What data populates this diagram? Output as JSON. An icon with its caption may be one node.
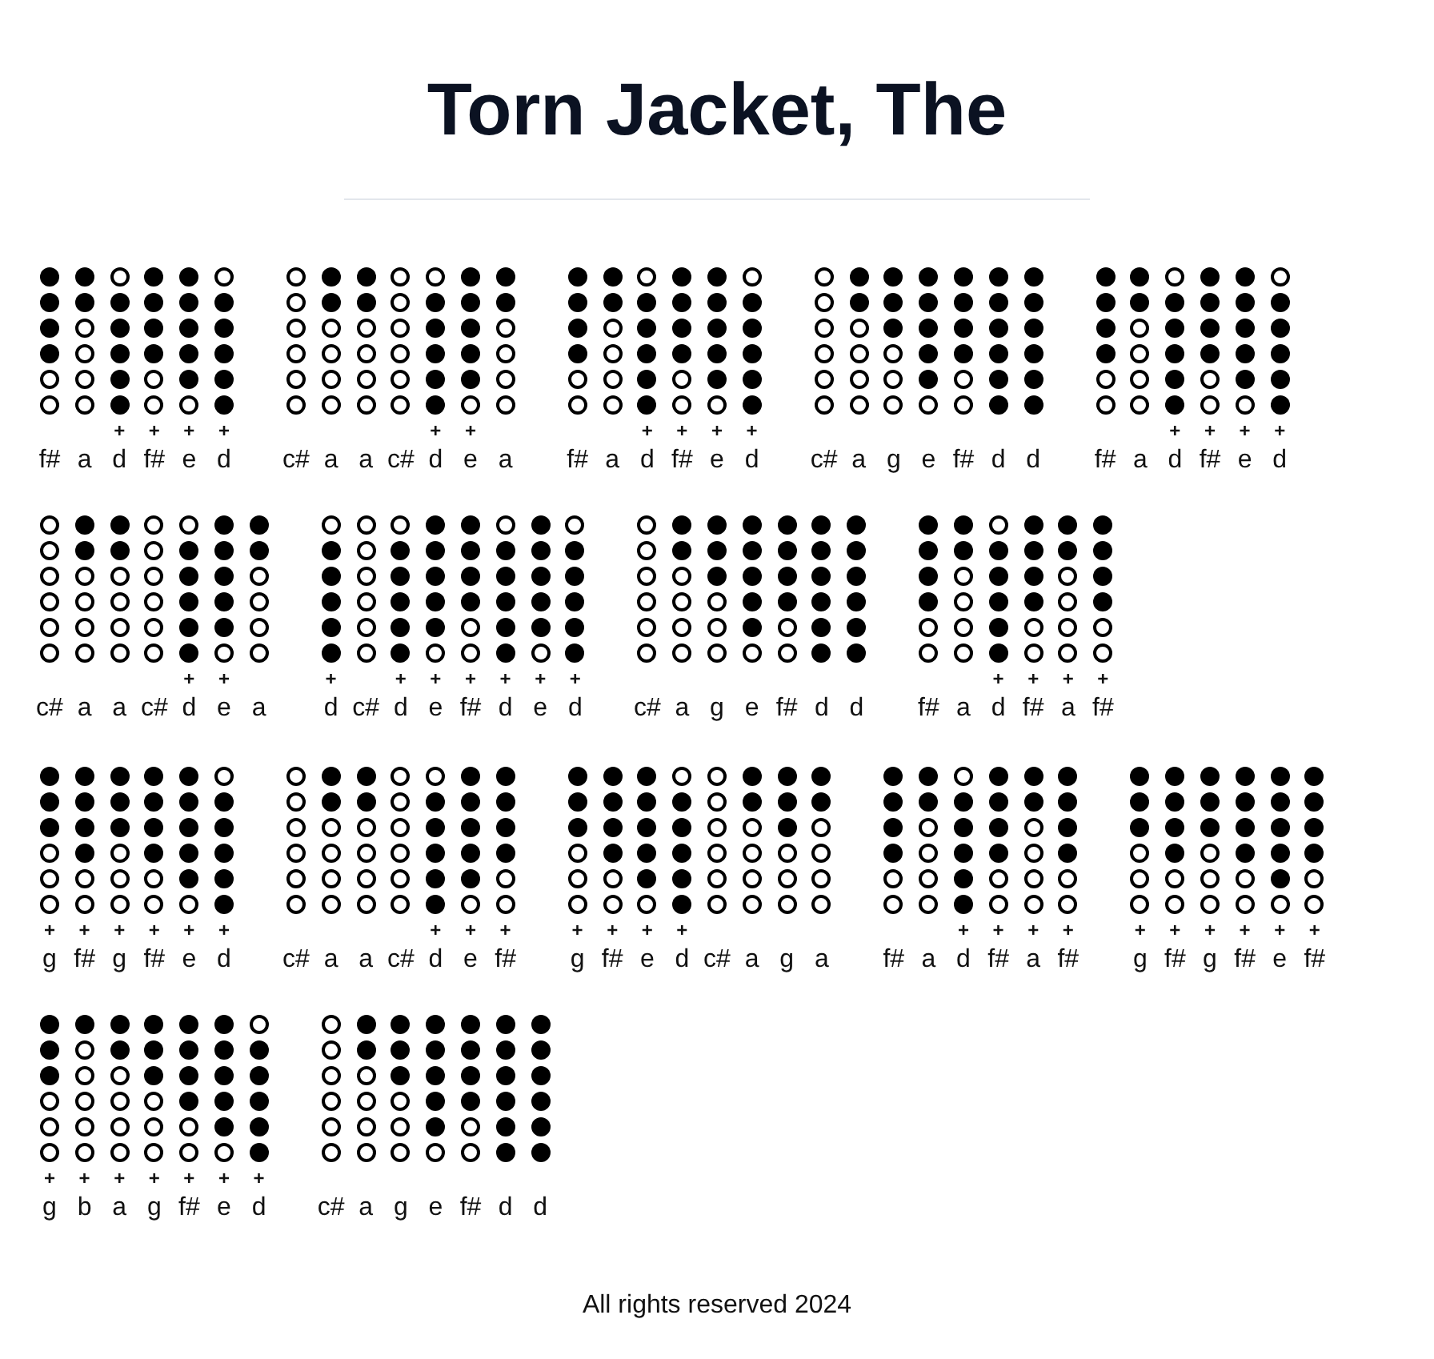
{
  "diagram": {
    "title": "Torn Jacket, The",
    "caption": "All rights reserved 2024",
    "labels": [
      "+",
      "+",
      "+",
      "+",
      "f#",
      "a",
      "d",
      "f#",
      "e",
      "d",
      "+",
      "+",
      "c#",
      "a",
      "a",
      "c#",
      "d",
      "e",
      "a",
      "+",
      "+",
      "+",
      "+",
      "f#",
      "a",
      "d",
      "f#",
      "e",
      "d",
      "c#",
      "a",
      "g",
      "e",
      "f#",
      "d",
      "d",
      "+",
      "+",
      "+",
      "+",
      "f#",
      "a",
      "d",
      "f#",
      "e",
      "d",
      "+",
      "+",
      "c#",
      "a",
      "a",
      "c#",
      "d",
      "e",
      "a",
      "+",
      "+",
      "+",
      "+",
      "+",
      "+",
      "+",
      "d",
      "c#",
      "d",
      "e",
      "f#",
      "d",
      "e",
      "d",
      "c#",
      "a",
      "g",
      "e",
      "f#",
      "d",
      "d",
      "+",
      "+",
      "+",
      "+",
      "f#",
      "a",
      "d",
      "f#",
      "a",
      "f#",
      "+",
      "+",
      "+",
      "+",
      "+",
      "+",
      "g",
      "f#",
      "g",
      "f#",
      "e",
      "d",
      "+",
      "+",
      "+",
      "c#",
      "a",
      "a",
      "c#",
      "d",
      "e",
      "f#",
      "+",
      "+",
      "+",
      "+",
      "g",
      "f#",
      "e",
      "d",
      "c#",
      "a",
      "g",
      "a",
      "+",
      "+",
      "+",
      "+",
      "f#",
      "a",
      "d",
      "f#",
      "a",
      "f#",
      "+",
      "+",
      "+",
      "+",
      "+",
      "+",
      "g",
      "f#",
      "g",
      "f#",
      "e",
      "f#",
      "+",
      "+",
      "+",
      "+",
      "+",
      "+",
      "+",
      "g",
      "b",
      "a",
      "g",
      "f#",
      "e",
      "d",
      "c#",
      "a",
      "g",
      "e",
      "f#",
      "d",
      "d"
    ]
  }
}
